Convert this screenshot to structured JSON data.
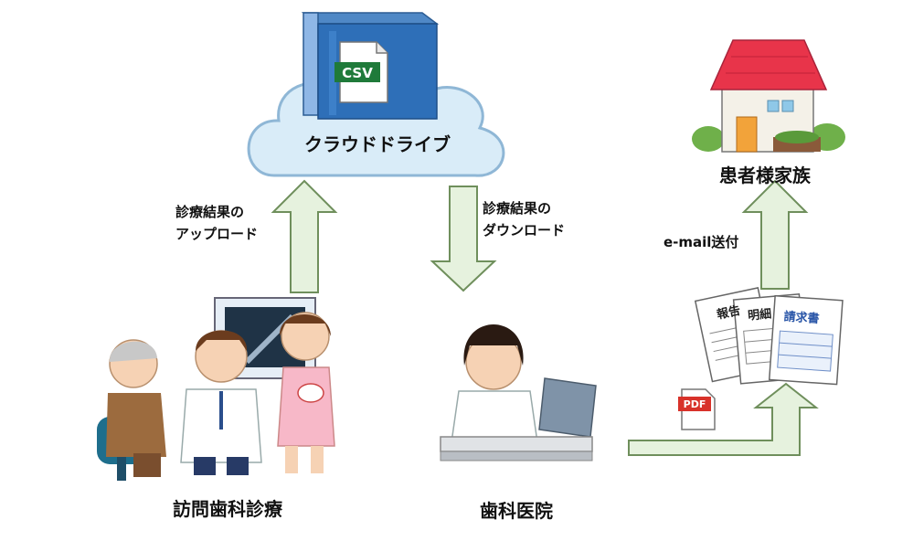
{
  "cloud": {
    "label": "クラウドドライブ",
    "file_badge": "CSV"
  },
  "family": {
    "label": "患者様家族"
  },
  "visit": {
    "label": "訪問歯科診療"
  },
  "clinic": {
    "label": "歯科医院"
  },
  "upload": {
    "line1": "診療結果の",
    "line2": "アップロード"
  },
  "download": {
    "line1": "診療結果の",
    "line2": "ダウンロード"
  },
  "email": {
    "label": "e-mail送付"
  },
  "documents": {
    "doc1": "報告",
    "doc2": "明細",
    "doc3": "請求書",
    "pdf_badge": "PDF"
  },
  "colors": {
    "arrow_fill": "#e6f2de",
    "arrow_stroke": "#6f8f5c",
    "csv_green": "#1f7a3a",
    "pdf_red": "#d8322a",
    "roof_red": "#e8344a",
    "cloud_blue": "#d9ecf8"
  }
}
